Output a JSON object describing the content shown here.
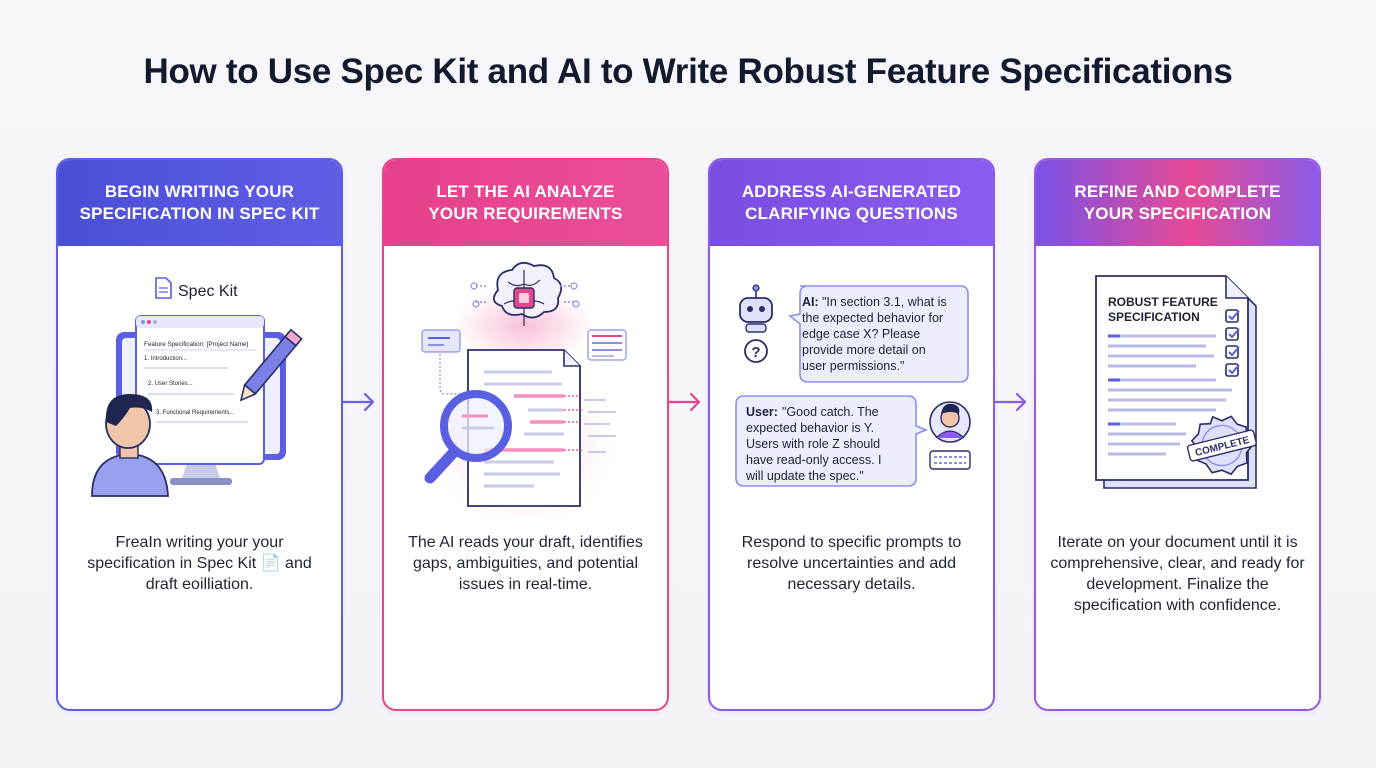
{
  "title": "How to Use Spec Kit and AI to Write Robust Feature Specifications",
  "colors": {
    "step1": "#4b4fd6",
    "step2": "#e8468c",
    "step3": "#7c4fe0",
    "step4": "#a24fd8",
    "accent_pink": "#e8468c"
  },
  "steps": [
    {
      "title_line1": "BEGIN WRITING YOUR",
      "title_line2": "SPECIFICATION IN SPEC KIT",
      "app_label": "Spec Kit",
      "doc_heading": "Feature Specification: [Project Name]",
      "doc_items": [
        "1. Introduction...",
        "2. User Stories...",
        "3. Functional Requirements..."
      ],
      "description": "FreaIn writing your your specification in Spec Kit 📄 and draft eoilliation."
    },
    {
      "title_line1": "LET THE AI ANALYZE",
      "title_line2": "YOUR REQUIREMENTS",
      "description": "The AI reads your draft, identifies gaps, ambiguities, and potential issues in real-time."
    },
    {
      "title_line1": "ADDRESS AI-GENERATED",
      "title_line2": "CLARIFYING QUESTIONS",
      "ai_label": "AI:",
      "ai_lines": [
        "\"In section 3.1, what is",
        "the expected behavior for",
        "edge case X? Please",
        "provide more detail on",
        "user permissions.\""
      ],
      "user_label": "User:",
      "user_lines": [
        "\"Good catch. The",
        "expected behavior is Y.",
        "Users with role Z should",
        "have read-only access. I",
        "will update the spec.\""
      ],
      "question_mark": "?",
      "description": "Respond to specific prompts to resolve uncertainties and add necessary details."
    },
    {
      "title_line1": "REFINE AND COMPLETE",
      "title_line2": "YOUR SPECIFICATION",
      "doc_title_line1": "ROBUST FEATURE",
      "doc_title_line2": "SPECIFICATION",
      "stamp": "COMPLETE",
      "description": "Iterate on your document until it is comprehensive, clear, and ready for development. Finalize the specification with confidence."
    }
  ],
  "icons": {
    "arrow": "chevron-right-arrow-icon",
    "doc": "document-icon",
    "pencil": "pencil-icon",
    "brain": "ai-brain-icon",
    "magnifier": "magnifier-icon",
    "robot": "robot-icon",
    "user": "user-avatar-icon",
    "checklist": "checklist-icon",
    "seal": "complete-seal-icon"
  }
}
